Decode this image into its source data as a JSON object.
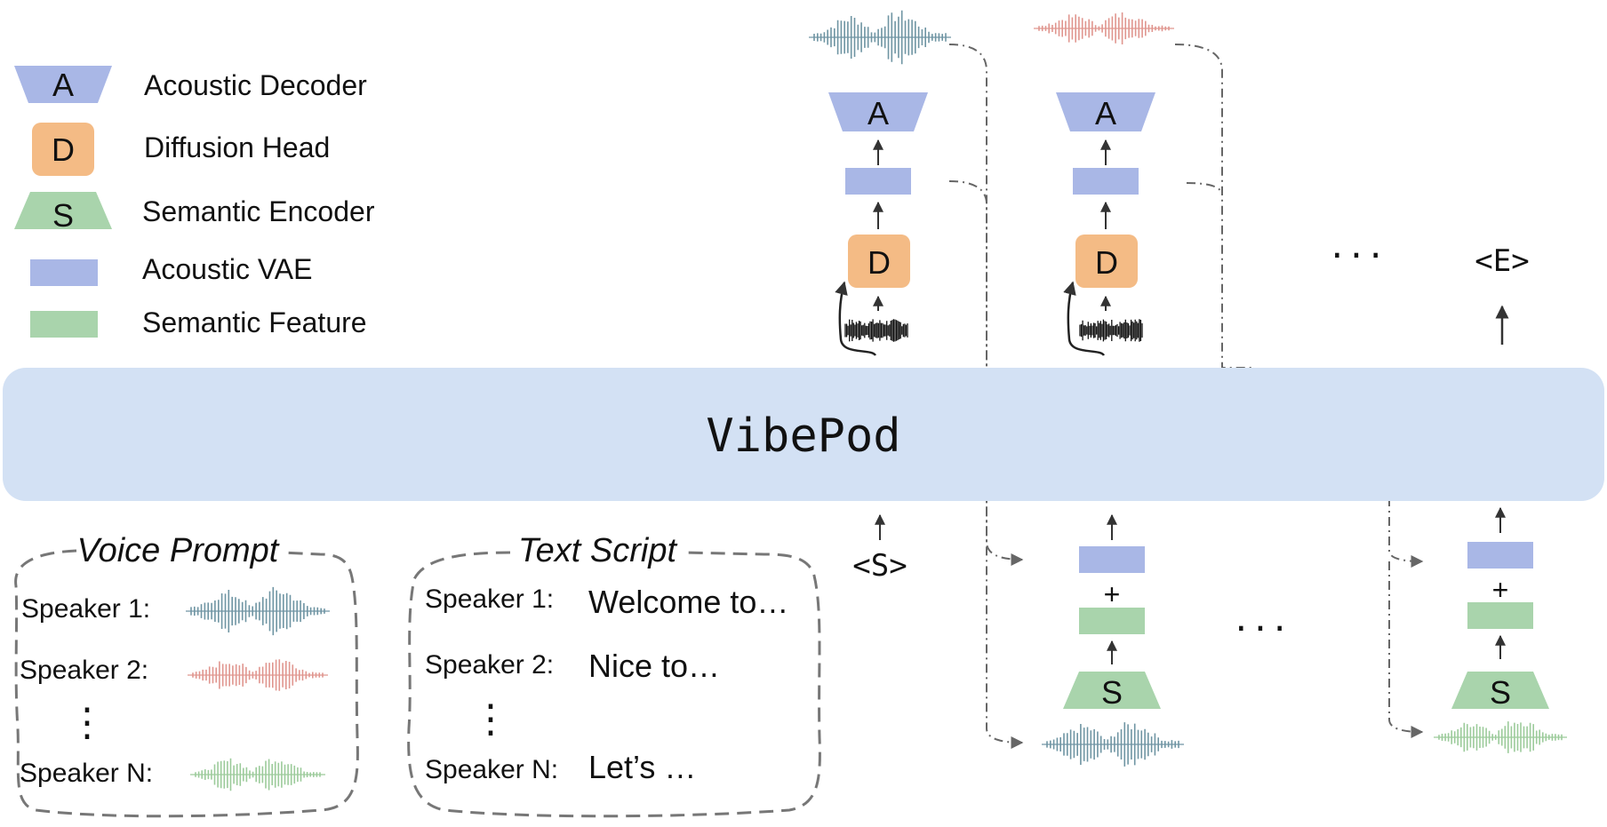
{
  "legend": {
    "acoustic_decoder": {
      "letter": "A",
      "label": "Acoustic Decoder"
    },
    "diffusion_head": {
      "letter": "D",
      "label": "Diffusion Head"
    },
    "semantic_encoder": {
      "letter": "S",
      "label": "Semantic Encoder"
    },
    "acoustic_vae": {
      "label": "Acoustic VAE"
    },
    "semantic_feature": {
      "label": "Semantic Feature"
    }
  },
  "model": {
    "name": "VibePod"
  },
  "tokens": {
    "start": "<S>",
    "end": "<E>"
  },
  "ellipsis": "···",
  "plus": "+",
  "decoder_letter": "A",
  "diffusion_letter": "D",
  "encoder_letter": "S",
  "voice_prompt": {
    "title": "Voice Prompt",
    "speakers": [
      "Speaker 1:",
      "Speaker 2:",
      "Speaker N:"
    ],
    "vdots": "⋮"
  },
  "text_script": {
    "title": "Text Script",
    "speakers": [
      "Speaker 1:",
      "Speaker 2:",
      "Speaker N:"
    ],
    "lines": [
      "Welcome to…",
      "Nice to…",
      "Let’s …"
    ],
    "vdots": "⋮"
  },
  "colors": {
    "acoustic": "#a9b7e6",
    "diffusion": "#f4bb85",
    "semantic": "#a9d4ac",
    "backbone": "#d3e1f4",
    "wave_blue": "#6f95a3",
    "wave_red": "#e0968f",
    "wave_green": "#9ccb9b"
  }
}
